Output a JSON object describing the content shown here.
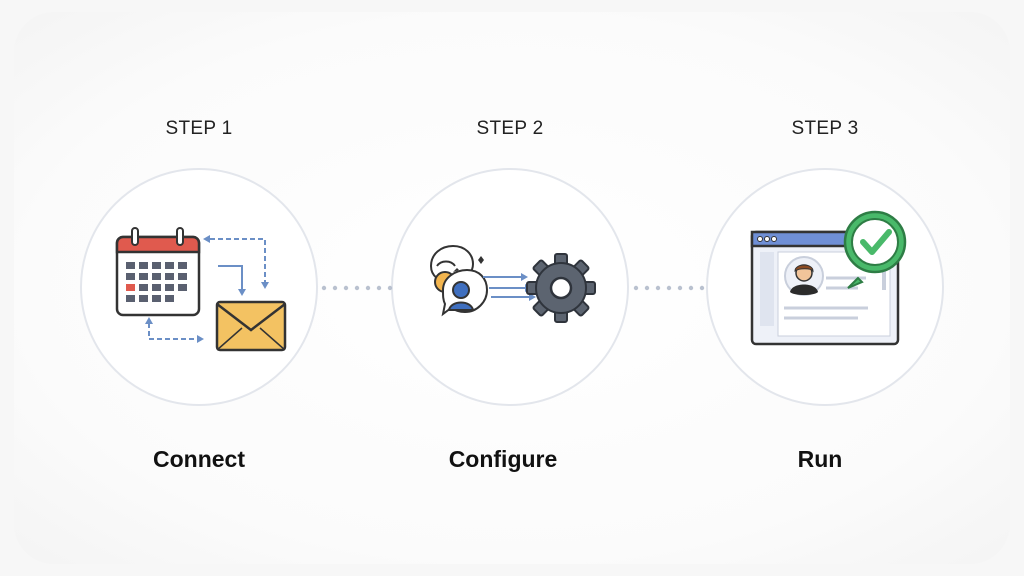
{
  "steps": [
    {
      "label": "STEP 1",
      "title": "Connect"
    },
    {
      "label": "STEP 2",
      "title": "Configure"
    },
    {
      "label": "STEP 3",
      "title": "Run"
    }
  ],
  "icons": {
    "step1": [
      "calendar-icon",
      "envelope-icon",
      "sync-arrows-icon"
    ],
    "step2": [
      "chat-avatars-icon",
      "arrows-icon",
      "gear-icon"
    ],
    "step3": [
      "browser-window-icon",
      "profile-avatar-icon",
      "checkmark-bubble-icon"
    ]
  },
  "colors": {
    "calendar_red": "#e05a4e",
    "envelope_yellow": "#f3c262",
    "arrow_blue": "#6b8fc6",
    "gear_gray": "#5c6470",
    "check_green": "#49b96a",
    "browser_blue": "#6f8fd6"
  }
}
